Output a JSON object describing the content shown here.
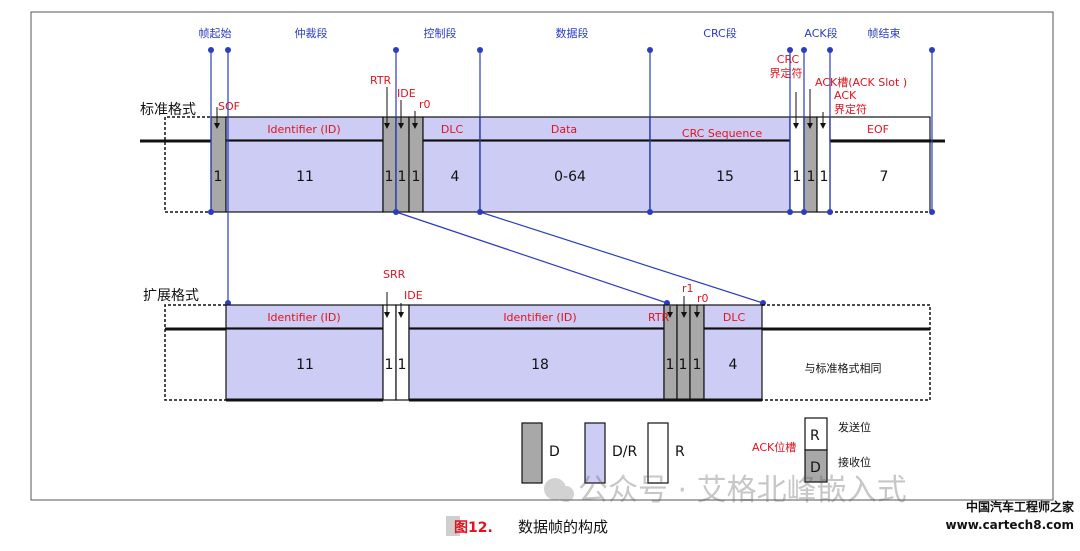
{
  "sections": [
    "帧起始",
    "仲裁段",
    "控制段",
    "数据段",
    "CRC段",
    "ACK段",
    "帧结束"
  ],
  "formats": {
    "standard": "标准格式",
    "extended": "扩展格式"
  },
  "std_labels": {
    "sof": "SOF",
    "rtr": "RTR",
    "ide": "IDE",
    "r0": "r0",
    "crc_delim_1": "CRC",
    "crc_delim_2": "界定符",
    "ack_slot": "ACK槽(ACK Slot )",
    "ack_delim_1": "ACK",
    "ack_delim_2": "界定符"
  },
  "std_fields": [
    "Identifier (ID)",
    "DLC",
    "Data",
    "CRC Sequence",
    "EOF"
  ],
  "std_bits": [
    "1",
    "11",
    "1",
    "1",
    "1",
    "4",
    "0-64",
    "15",
    "1",
    "1",
    "1",
    "7"
  ],
  "ext_labels": {
    "srr": "SRR",
    "ide": "IDE",
    "rtr": "RTR",
    "r1": "r1",
    "r0": "r0"
  },
  "ext_fields": [
    "Identifier (ID)",
    "Identifier (ID)",
    "DLC"
  ],
  "ext_bits": [
    "11",
    "1",
    "1",
    "18",
    "1",
    "1",
    "1",
    "4"
  ],
  "ext_same": "与标准格式相同",
  "legend": {
    "d": "D",
    "dr": "D/R",
    "r": "R",
    "ack_slot": "ACK位槽",
    "send_r": "R",
    "recv_d": "D",
    "send_label": "发送位",
    "recv_label": "接收位"
  },
  "watermark": "公众号 · 艾格北峰嵌入式",
  "caption": {
    "num": "图12.",
    "text": "数据帧的构成"
  },
  "brand": {
    "cn": "中国汽车工程师之家",
    "url": "www.cartech8.com"
  },
  "colors": {
    "blue": "#2a3cc2",
    "fill": "#ccccf5",
    "gray": "#a8a8a8",
    "red": "#e0141e"
  }
}
